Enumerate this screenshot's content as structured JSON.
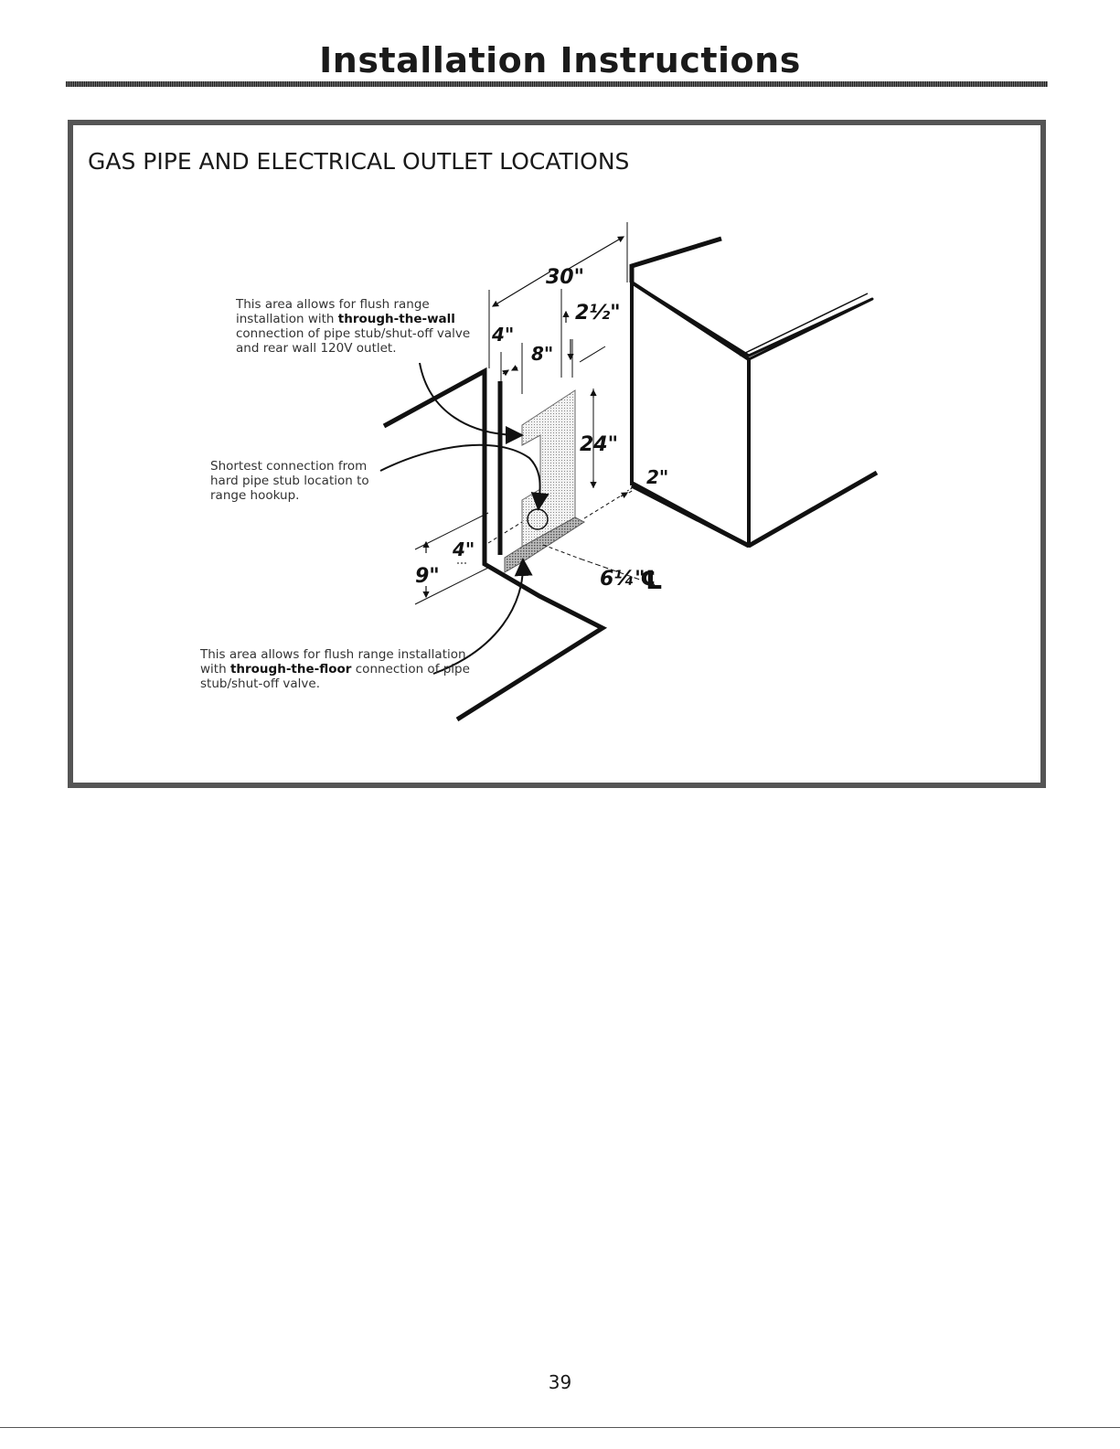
{
  "header": {
    "title": "Installation Instructions"
  },
  "section": {
    "heading": "GAS PIPE AND ELECTRICAL OUTLET LOCATIONS",
    "callouts": {
      "wall": {
        "pre": "This area allows for flush range installation with ",
        "bold": "through-the-wall",
        "post": " connection of pipe stub/shut-off valve and rear wall 120V outlet."
      },
      "shortest": {
        "text": "Shortest connection from hard pipe stub location to range hookup."
      },
      "floor": {
        "pre": "This area allows for flush range installation with ",
        "bold": "through-the-floor",
        "post": " connection of pipe stub/shut-off valve."
      }
    },
    "dimensions": {
      "d30": "30\"",
      "d2half": "2½\"",
      "d4top": "4\"",
      "d8": "8\"",
      "d24": "24\"",
      "d2": "2\"",
      "d4bottom": "4\"",
      "d9": "9\"",
      "d6quarter": "6¼\"",
      "centerline": "℄"
    }
  },
  "footer": {
    "page_number": "39"
  }
}
